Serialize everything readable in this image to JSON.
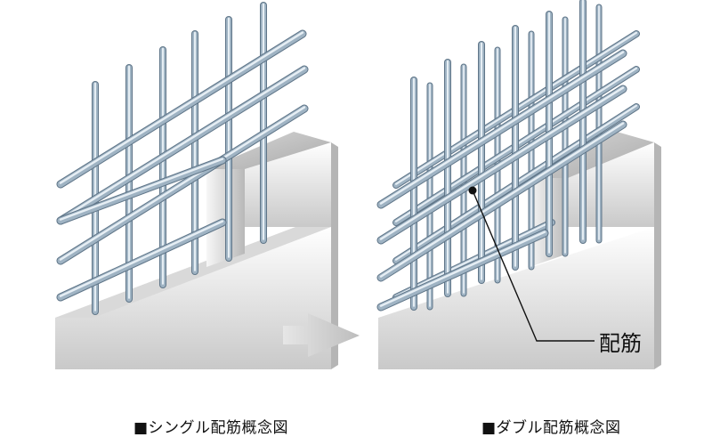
{
  "captions": {
    "single": "■シングル配筋概念図",
    "double": "■ダブル配筋概念図"
  },
  "callout": {
    "label": "配筋"
  },
  "colors": {
    "rebar_light": "#e6eef4",
    "rebar_mid": "#9fb3c3",
    "rebar_dark": "#5f7588",
    "concrete_light": "#ffffff",
    "concrete_dark": "#bdbdbd",
    "arrow": "#cfcfcf"
  }
}
